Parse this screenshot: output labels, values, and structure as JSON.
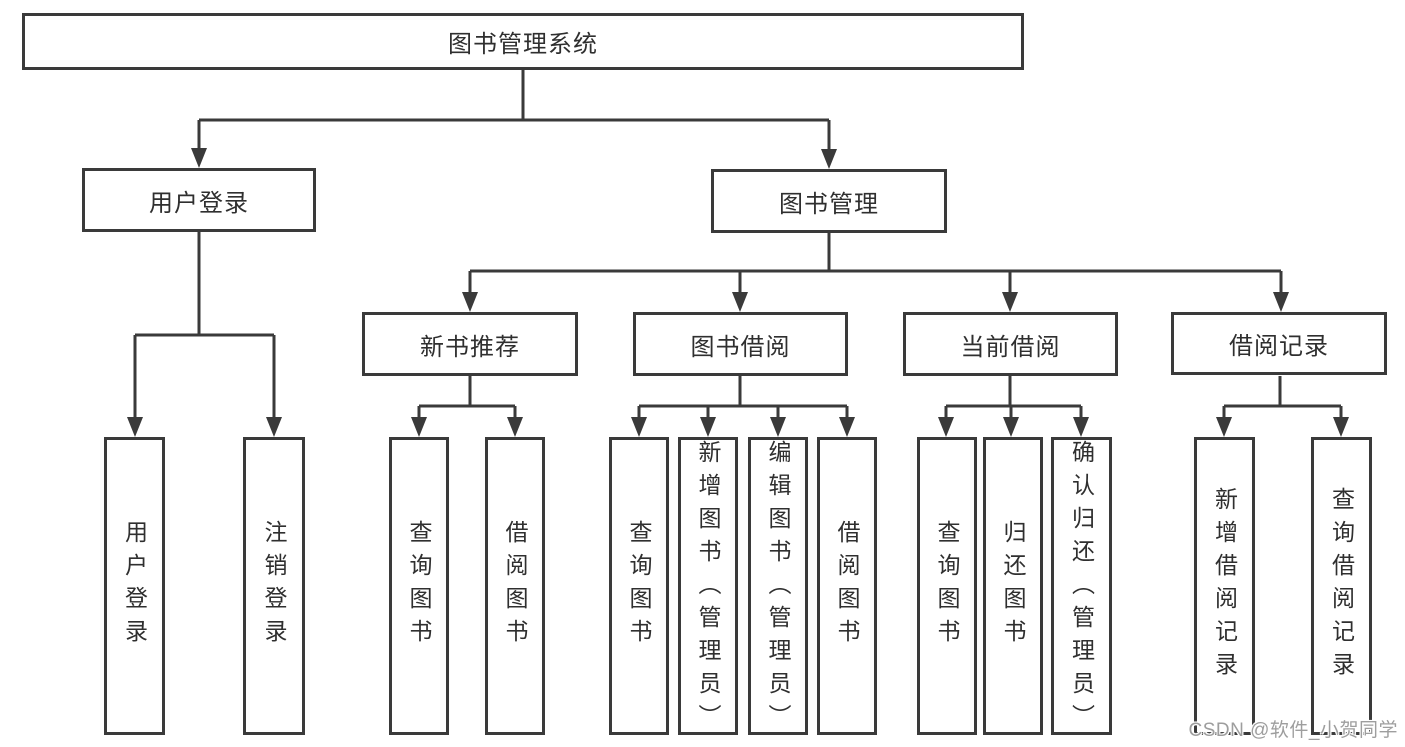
{
  "colors": {
    "line": "#3a3a3a",
    "box-border": "#3a3a3a",
    "box-text": "#2f2f2f",
    "watermark": "#9e9e9e",
    "background": "#ffffff"
  },
  "watermark": {
    "text": "CSDN @软件_小贺同学"
  },
  "tree": {
    "root": {
      "label": "图书管理系统"
    },
    "user_login": {
      "label": "用户登录",
      "children": {
        "login": {
          "label": "用户登录"
        },
        "logout": {
          "label": "注销登录"
        }
      }
    },
    "book_management": {
      "label": "图书管理",
      "children": {
        "new_book_recommend": {
          "label": "新书推荐",
          "children": {
            "query_books": {
              "label": "查询图书"
            },
            "borrow_books": {
              "label": "借阅图书"
            }
          }
        },
        "book_borrowing": {
          "label": "图书借阅",
          "children": {
            "query_books": {
              "label": "查询图书"
            },
            "add_books_admin": {
              "label": "新增图书（管理员）"
            },
            "edit_books_admin": {
              "label": "编辑图书（管理员）"
            },
            "borrow_books": {
              "label": "借阅图书"
            }
          }
        },
        "current_borrowing": {
          "label": "当前借阅",
          "children": {
            "query_books": {
              "label": "查询图书"
            },
            "return_books": {
              "label": "归还图书"
            },
            "confirm_return_admin": {
              "label": "确认归还（管理员）"
            }
          }
        },
        "borrowing_records": {
          "label": "借阅记录",
          "children": {
            "add_borrow_record": {
              "label": "新增借阅记录"
            },
            "query_borrow_record": {
              "label": "查询借阅记录"
            }
          }
        }
      }
    }
  }
}
